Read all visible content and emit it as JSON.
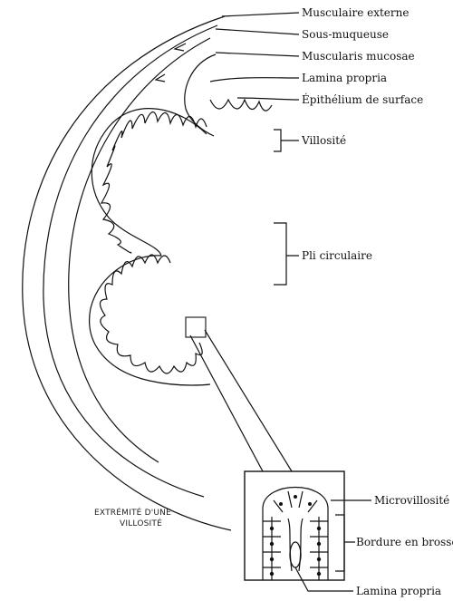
{
  "labels": {
    "muscularis_externa": "Musculaire externe",
    "submucosa": "Sous-muqueuse",
    "muscularis_mucosae": "Muscularis mucosae",
    "lamina_propria": "Lamina propria",
    "surface_epithelium": "Épithélium de surface",
    "villus": "Villosité",
    "circular_fold": "Pli circulaire",
    "microvillus": "Microvillosité",
    "brush_border": "Bordure en brosse",
    "lamina_propria_detail": "Lamina propria"
  },
  "caption": {
    "line1": "EXTRÉMITÉ D'UNE",
    "line2": "VILLOSITÉ"
  },
  "colors": {
    "ink": "#111111",
    "background": "#ffffff"
  }
}
